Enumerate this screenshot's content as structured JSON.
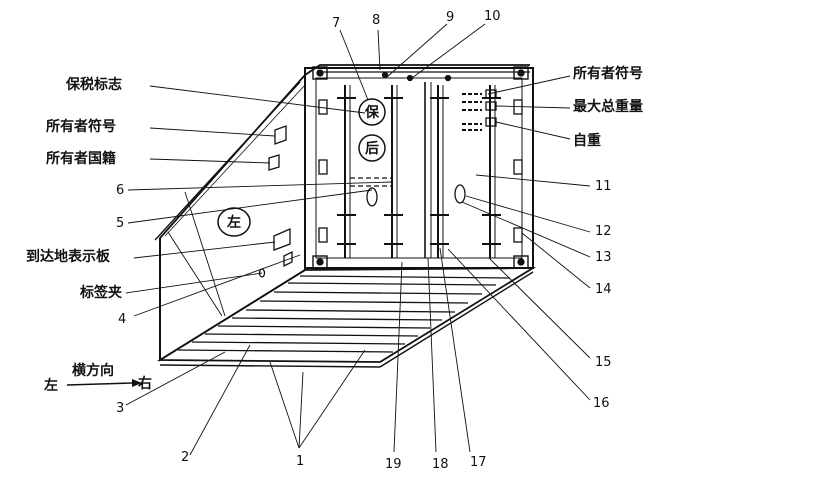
{
  "callouts": {
    "bonded_mark": "保税标志",
    "owner_code_side": "所有者符号",
    "owner_nationality": "所有者国籍",
    "destination_board": "到达地表示板",
    "label_clip": "标签夹",
    "owner_code_end": "所有者符号",
    "max_gross_weight": "最大总重量",
    "tare_weight": "自重"
  },
  "face_marks": {
    "bonded": "保",
    "rear": "后",
    "left": "左"
  },
  "direction": {
    "title": "横方向",
    "from": "左",
    "to": "右"
  },
  "part_numbers": [
    "1",
    "2",
    "3",
    "4",
    "5",
    "6",
    "7",
    "8",
    "9",
    "10",
    "11",
    "12",
    "13",
    "14",
    "15",
    "16",
    "17",
    "18",
    "19"
  ]
}
